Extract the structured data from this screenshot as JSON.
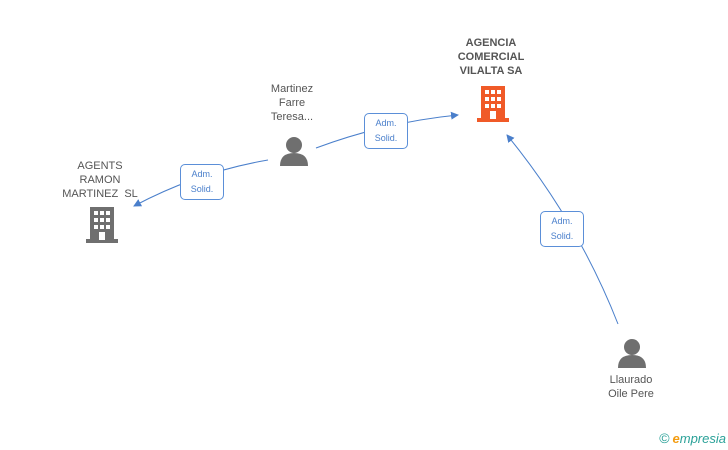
{
  "nodes": {
    "agencia": {
      "label_lines": [
        "AGENCIA",
        "COMERCIAL",
        "VILALTA SA"
      ],
      "icon": "building-icon",
      "color": "#f05a28"
    },
    "martinez_farre": {
      "label_lines": [
        "Martinez",
        "Farre",
        "Teresa..."
      ],
      "icon": "person-icon",
      "color": "#6f6f6f"
    },
    "agents_ramon": {
      "label_lines": [
        "AGENTS",
        "RAMON",
        "MARTINEZ  SL"
      ],
      "icon": "building-icon",
      "color": "#6f6f6f"
    },
    "llaurado": {
      "label_lines": [
        "Llaurado",
        "Oile Pere"
      ],
      "icon": "person-icon",
      "color": "#6f6f6f"
    }
  },
  "edges": [
    {
      "from": "martinez_farre",
      "to": "agencia",
      "label_lines": [
        "Adm.",
        "Solid."
      ]
    },
    {
      "from": "martinez_farre",
      "to": "agents_ramon",
      "label_lines": [
        "Adm.",
        "Solid."
      ]
    },
    {
      "from": "llaurado",
      "to": "agencia",
      "label_lines": [
        "Adm.",
        "Solid."
      ]
    }
  ],
  "footer": {
    "copyright": "©",
    "brand_first": "e",
    "brand_rest": "mpresia"
  },
  "colors": {
    "edge": "#4a7fcb",
    "accent": "#f05a28",
    "neutral": "#6f6f6f"
  }
}
